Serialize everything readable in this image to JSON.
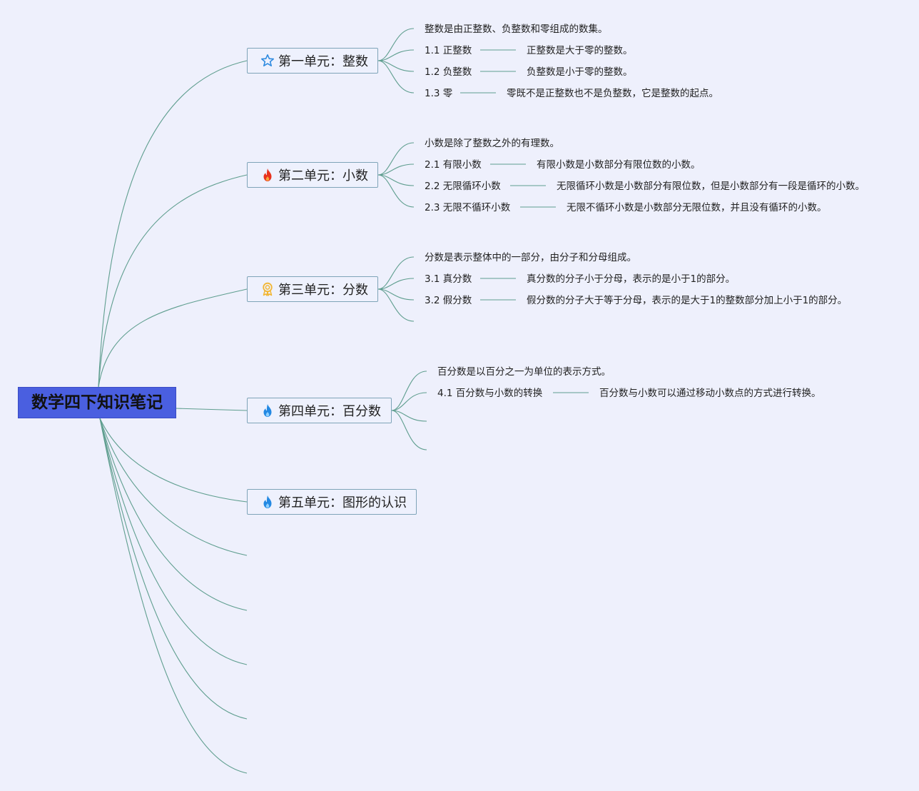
{
  "central_topic": "数学四下知识笔记",
  "accent_colors": {
    "root_fill": "#4a5fe0",
    "line": "#5f9e8f",
    "topic_border": "#7fa4b8",
    "background": "#eef0fc"
  },
  "units": [
    {
      "title": "第一单元：整数",
      "icon": "star-icon",
      "definition": "整数是由正整数、负整数和零组成的数集。",
      "items": [
        {
          "label": "1.1 正整数",
          "detail": "正整数是大于零的整数。"
        },
        {
          "label": "1.2 负整数",
          "detail": "负整数是小于零的整数。"
        },
        {
          "label": "1.3 零",
          "detail": "零既不是正整数也不是负整数，它是整数的起点。"
        }
      ]
    },
    {
      "title": "第二单元：小数",
      "icon": "fire-red-icon",
      "definition": "小数是除了整数之外的有理数。",
      "items": [
        {
          "label": "2.1 有限小数",
          "detail": "有限小数是小数部分有限位数的小数。"
        },
        {
          "label": "2.2 无限循环小数",
          "detail": "无限循环小数是小数部分有限位数，但是小数部分有一段是循环的小数。"
        },
        {
          "label": "2.3 无限不循环小数",
          "detail": "无限不循环小数是小数部分无限位数，并且没有循环的小数。"
        }
      ]
    },
    {
      "title": "第三单元：分数",
      "icon": "award-ribbon-icon",
      "definition": "分数是表示整体中的一部分，由分子和分母组成。",
      "items": [
        {
          "label": "3.1 真分数",
          "detail": "真分数的分子小于分母，表示的是小于1的部分。"
        },
        {
          "label": "3.2 假分数",
          "detail": "假分数的分子大于等于分母，表示的是大于1的整数部分加上小于1的部分。"
        }
      ]
    },
    {
      "title": "第四单元：百分数",
      "icon": "fire-blue-icon",
      "definition": "百分数是以百分之一为单位的表示方式。",
      "items": [
        {
          "label": "4.1 百分数与小数的转换",
          "detail": "百分数与小数可以通过移动小数点的方式进行转换。"
        }
      ]
    },
    {
      "title": "第五单元：图形的认识",
      "icon": "fire-blue-icon",
      "definition": "",
      "items": []
    }
  ]
}
